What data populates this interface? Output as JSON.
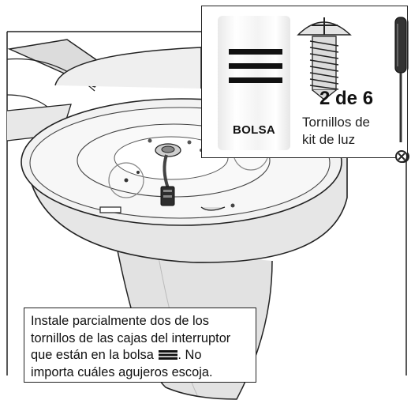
{
  "inset": {
    "bag_label": "BOLSA",
    "count": "2 de 6",
    "screw_label_line1": "Tornillos de",
    "screw_label_line2": "kit de luz",
    "icons": [
      "bag-icon",
      "screw-icon",
      "screwdriver-icon",
      "phillips-head-icon"
    ]
  },
  "caption": {
    "line1": "Instale parcialmente dos de los",
    "line2": "tornillos de las cajas del interruptor",
    "line3_before_icon": "que están en la bolsa",
    "line3_after_icon": ". No",
    "line4": "importa cuáles agujeros escoja."
  }
}
